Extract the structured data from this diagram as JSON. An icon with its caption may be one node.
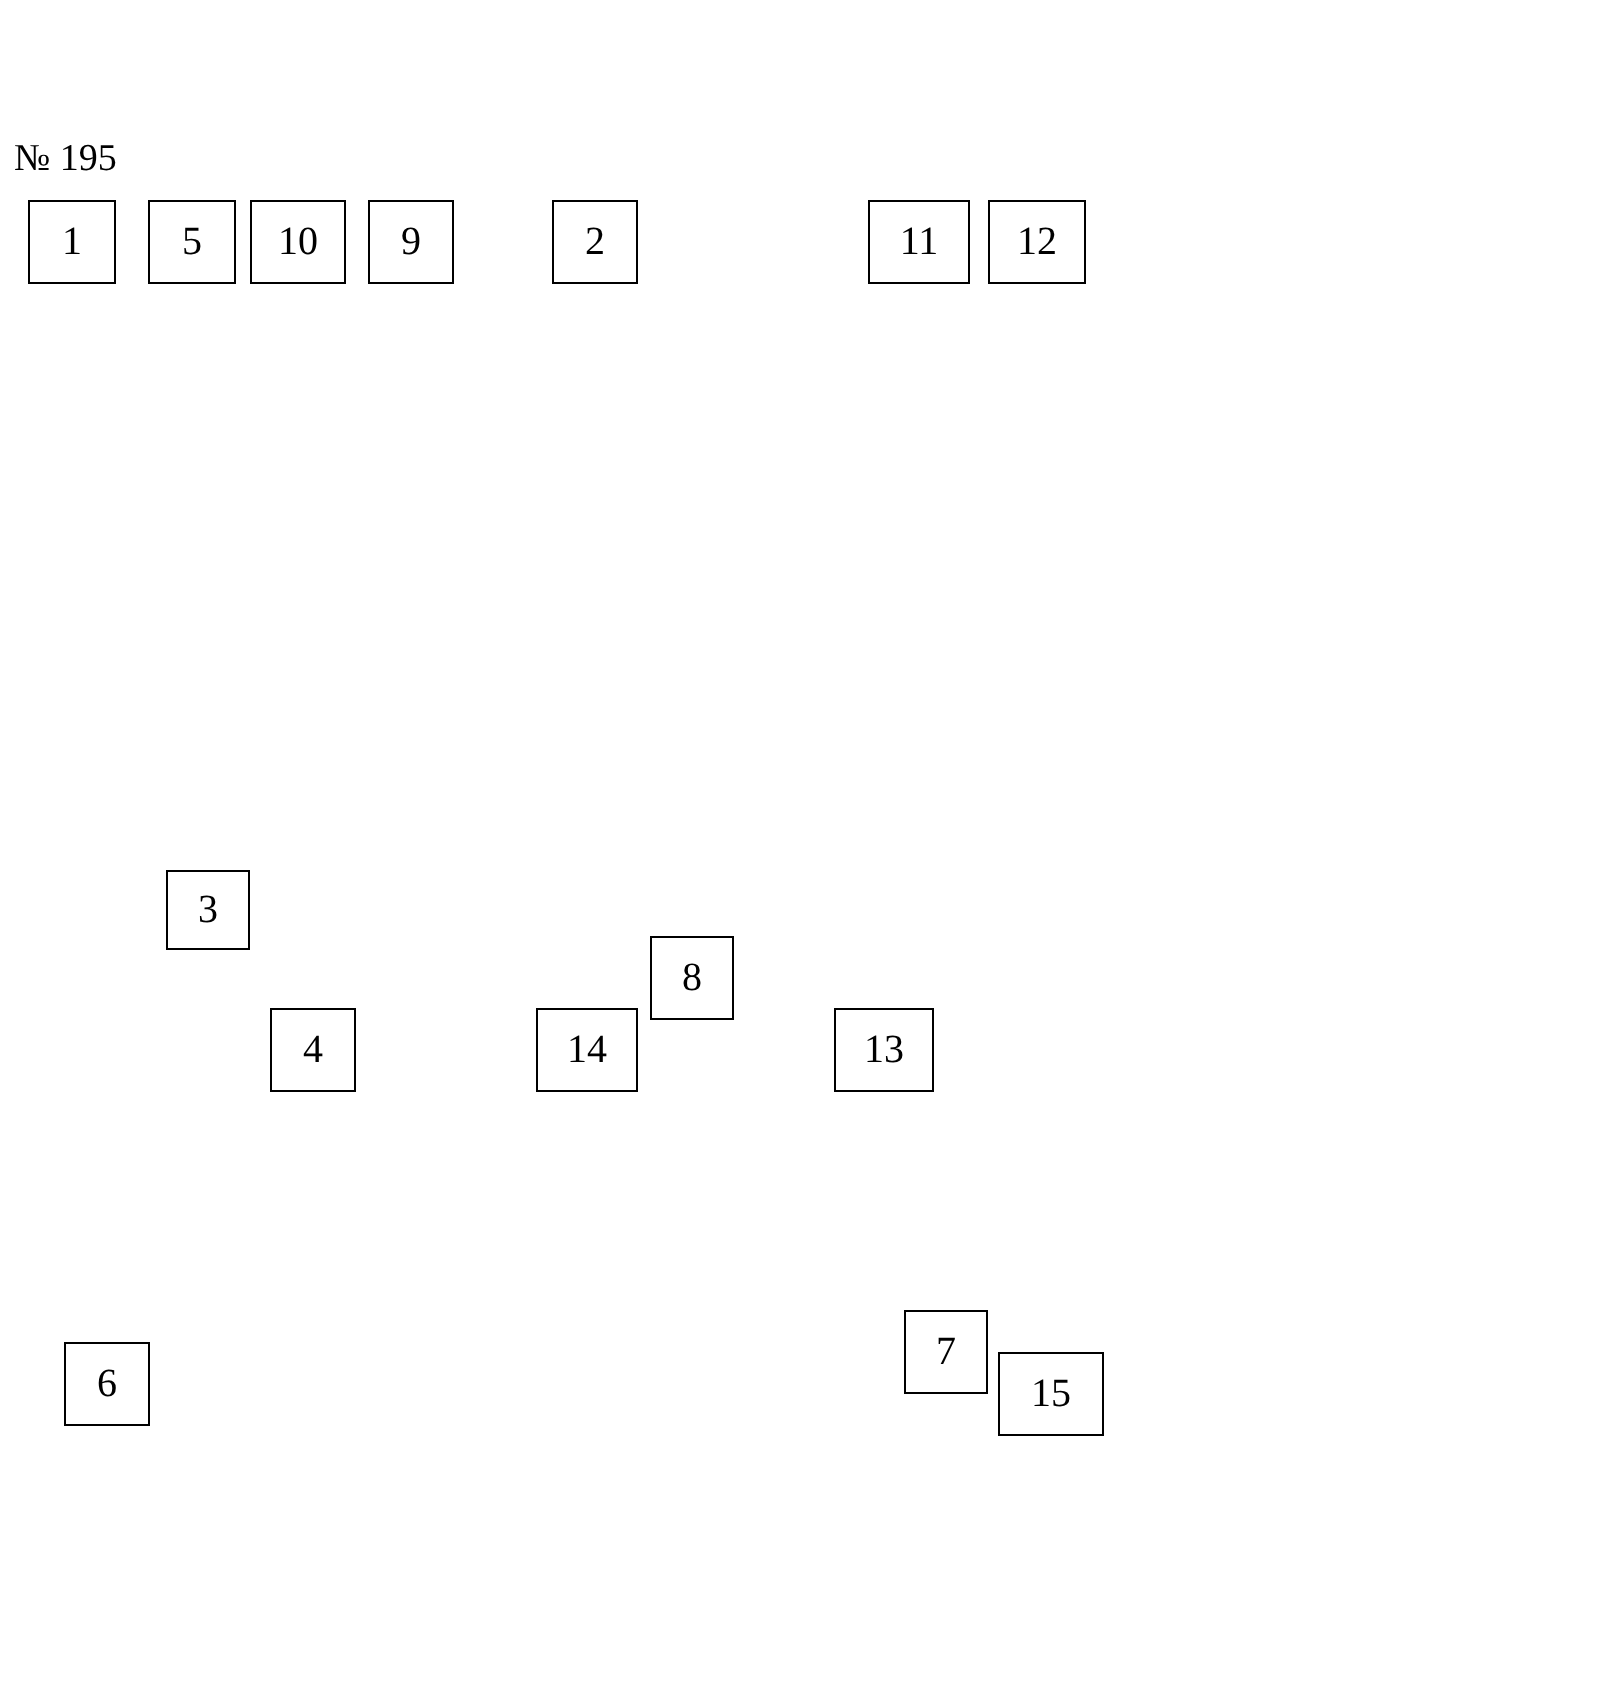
{
  "diagram": {
    "title": "№ 195",
    "nodes": [
      {
        "text": [
          "1"
        ]
      },
      {
        "text": [
          "5"
        ]
      },
      {
        "text": [
          "10"
        ]
      },
      {
        "text": [
          "9"
        ]
      },
      {
        "text": [
          "2"
        ]
      },
      {
        "text": [
          "11"
        ]
      },
      {
        "text": [
          "12"
        ]
      },
      {
        "text": [
          "3"
        ]
      },
      {
        "text": [
          "8"
        ]
      },
      {
        "text": [
          "4"
        ]
      },
      {
        "text": [
          "14"
        ]
      },
      {
        "text": [
          "13"
        ]
      },
      {
        "text": [
          "6"
        ]
      },
      {
        "text": [
          "7"
        ]
      },
      {
        "text": [
          "15"
        ]
      }
    ]
  }
}
